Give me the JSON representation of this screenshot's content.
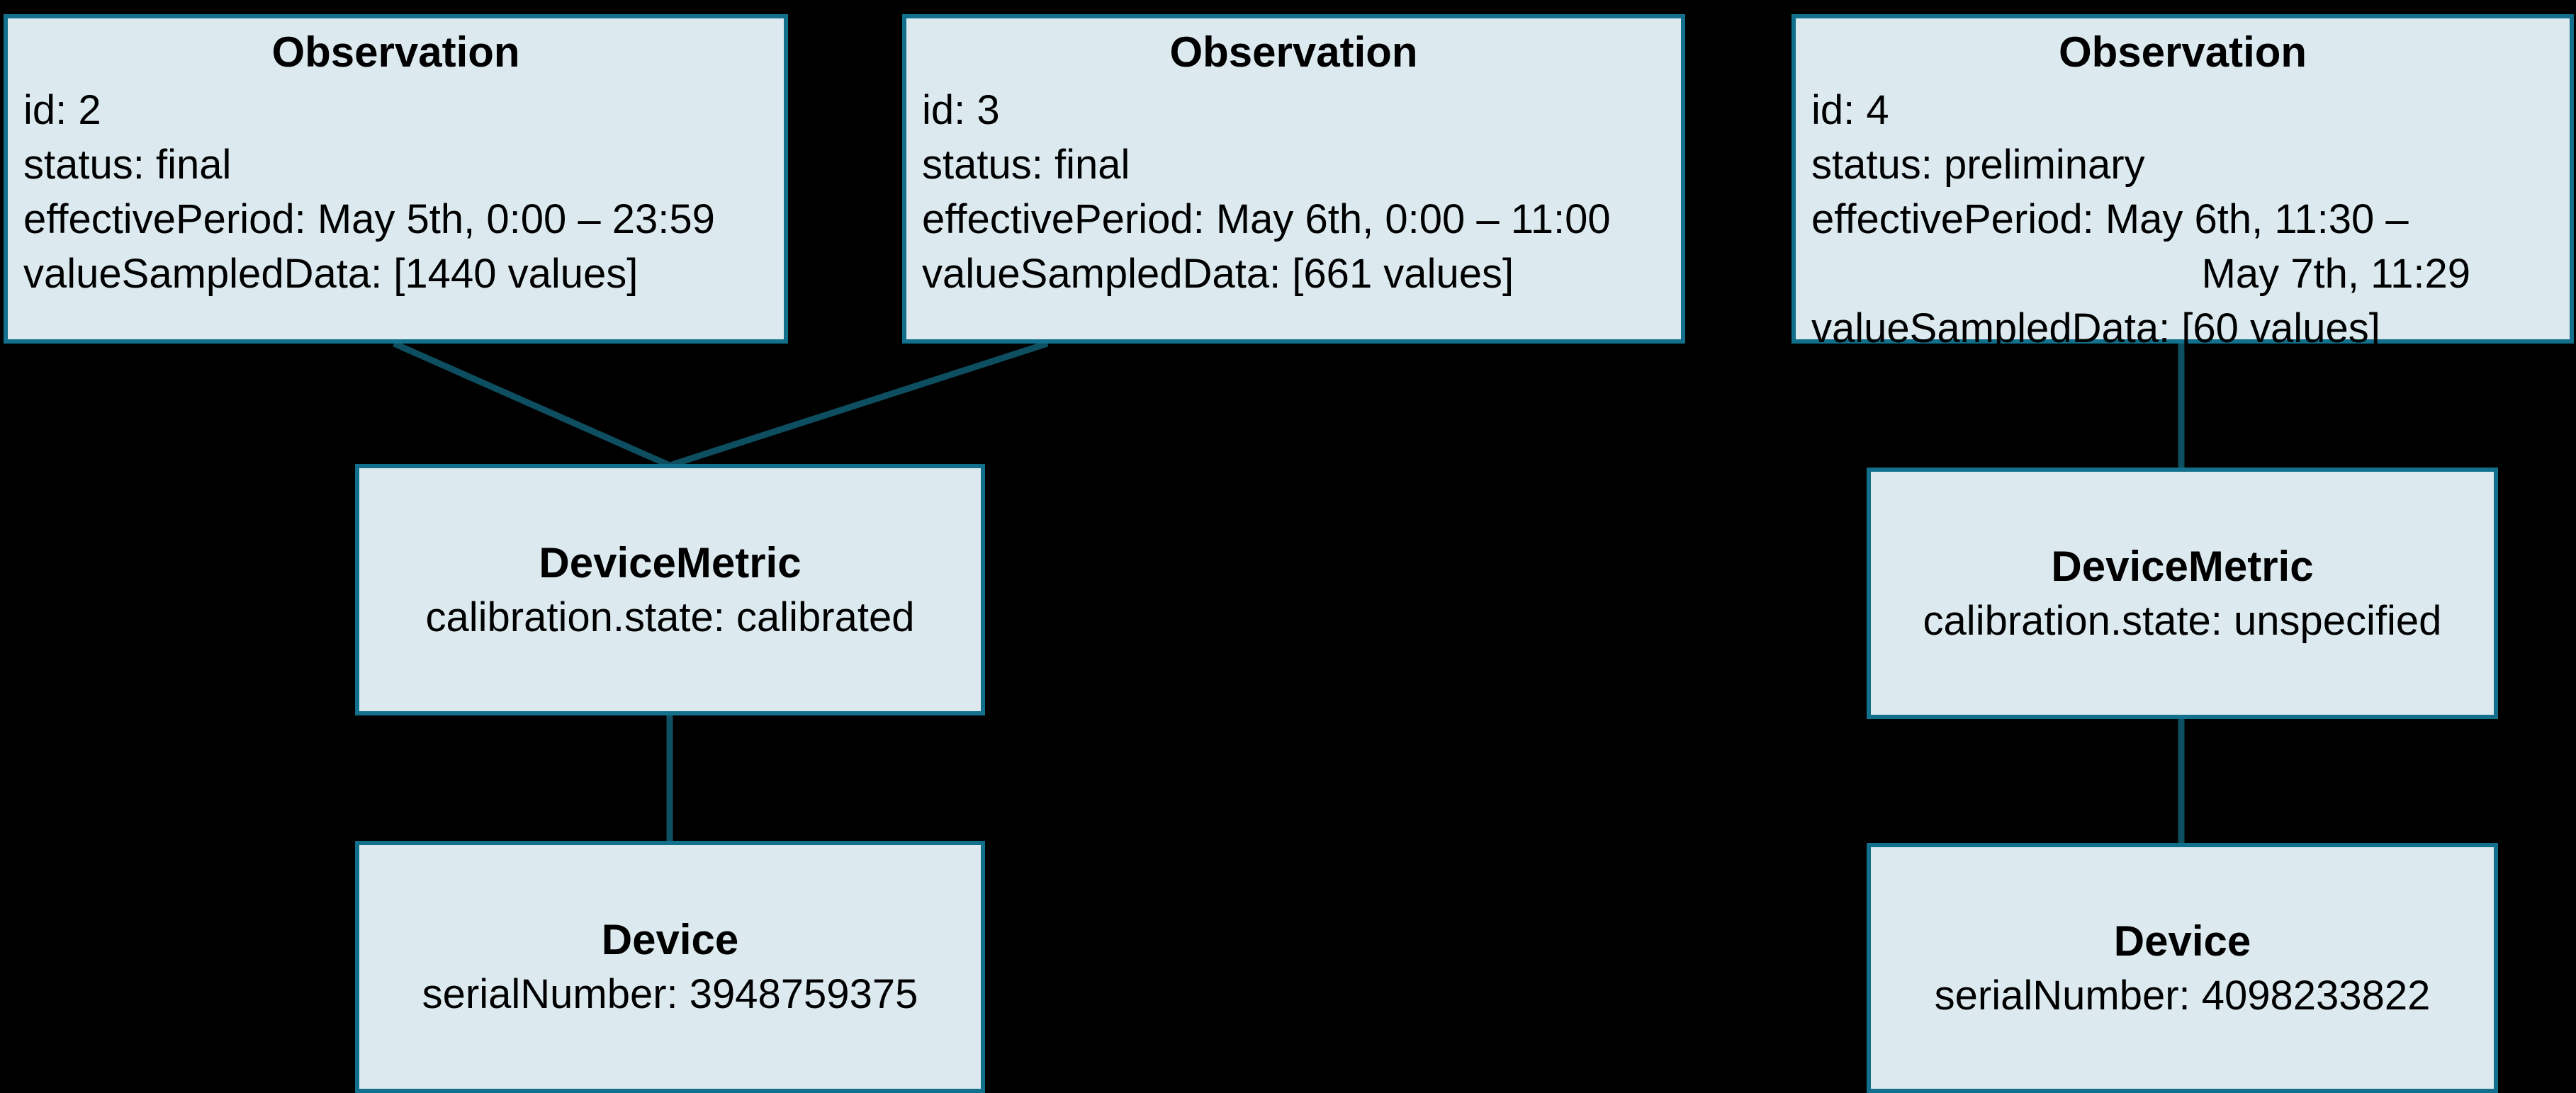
{
  "diagram": {
    "background_color": "#000000",
    "node_fill_color": "#dceaf0",
    "node_border_color": "#12708c",
    "edge_color": "#0d4f60"
  },
  "nodes": {
    "observation_1": {
      "title": "Observation",
      "id": "id: 2",
      "status": "status: final",
      "effective_period": "effectivePeriod: May 5th, 0:00 – 23:59",
      "value_sampled_data": "valueSampledData: [1440 values]"
    },
    "observation_2": {
      "title": "Observation",
      "id": "id: 3",
      "status": "status: final",
      "effective_period": "effectivePeriod: May 6th, 0:00 – 11:00",
      "value_sampled_data": "valueSampledData: [661 values]"
    },
    "observation_3": {
      "title": "Observation",
      "id": "id: 4",
      "status": "status: preliminary",
      "effective_period": "effectivePeriod: May 6th, 11:30 –",
      "effective_period_line2": "May 7th, 11:29",
      "value_sampled_data": "valueSampledData: [60 values]"
    },
    "device_metric_left": {
      "title": "DeviceMetric",
      "calibration_state": "calibration.state: calibrated"
    },
    "device_metric_right": {
      "title": "DeviceMetric",
      "calibration_state": "calibration.state: unspecified"
    },
    "device_left": {
      "title": "Device",
      "serial_number": "serialNumber: 3948759375"
    },
    "device_right": {
      "title": "Device",
      "serial_number": "serialNumber: 4098233822"
    }
  }
}
